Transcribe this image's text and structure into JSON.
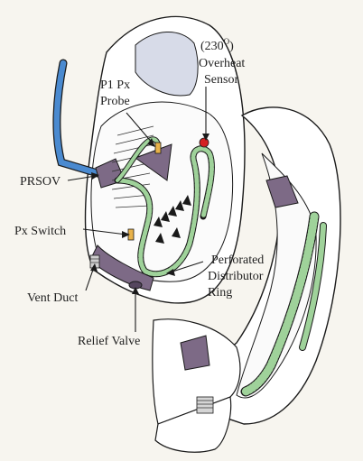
{
  "labels": {
    "overheat_temp": "(230",
    "overheat_temp_sup": "O",
    "overheat_temp_close": ")",
    "overheat_1": "Overheat",
    "overheat_2": "Sensor",
    "probe_1": "P1 Px",
    "probe_2": "Probe",
    "prsov": "PRSOV",
    "px_switch": "Px Switch",
    "vent_duct": "Vent Duct",
    "relief_valve": "Relief Valve",
    "ring_1": "Perforated",
    "ring_2": "Distributor",
    "ring_3": "Ring"
  },
  "colors": {
    "duct_blue": "#4a8ad0",
    "duct_green": "#9fd29a",
    "sensor_red": "#d42222",
    "component_purple": "#7d6a86",
    "outline": "#1a1a1a",
    "nacelle_fill": "#ffffff",
    "shade": "#d7dbe8"
  },
  "icons": [
    "arrow-icon",
    "sensor-icon",
    "switch-icon",
    "valve-icon"
  ]
}
